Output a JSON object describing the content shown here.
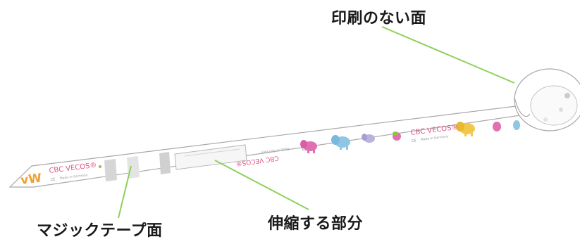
{
  "labels": {
    "unprinted_side": "印刷のない面",
    "velcro_side": "マジックテープ面",
    "stretch_part": "伸縮する部分"
  },
  "strap": {
    "brand_text": "CBC VECOS®",
    "made_in": "Made in Germany",
    "ce_mark": "CE",
    "logo_text": "vW"
  },
  "colors": {
    "leader_line": "#8fd05a",
    "brand": "#e0528a",
    "strap_edge": "#a8a8a8",
    "velcro_patch": "#d4d4d4",
    "elephant_pink": "#e070b0",
    "elephant_blue": "#8ec6e6",
    "elephant_yellow": "#f3c84a",
    "logo_orange": "#f0a030",
    "logo_green": "#8cc63f"
  }
}
